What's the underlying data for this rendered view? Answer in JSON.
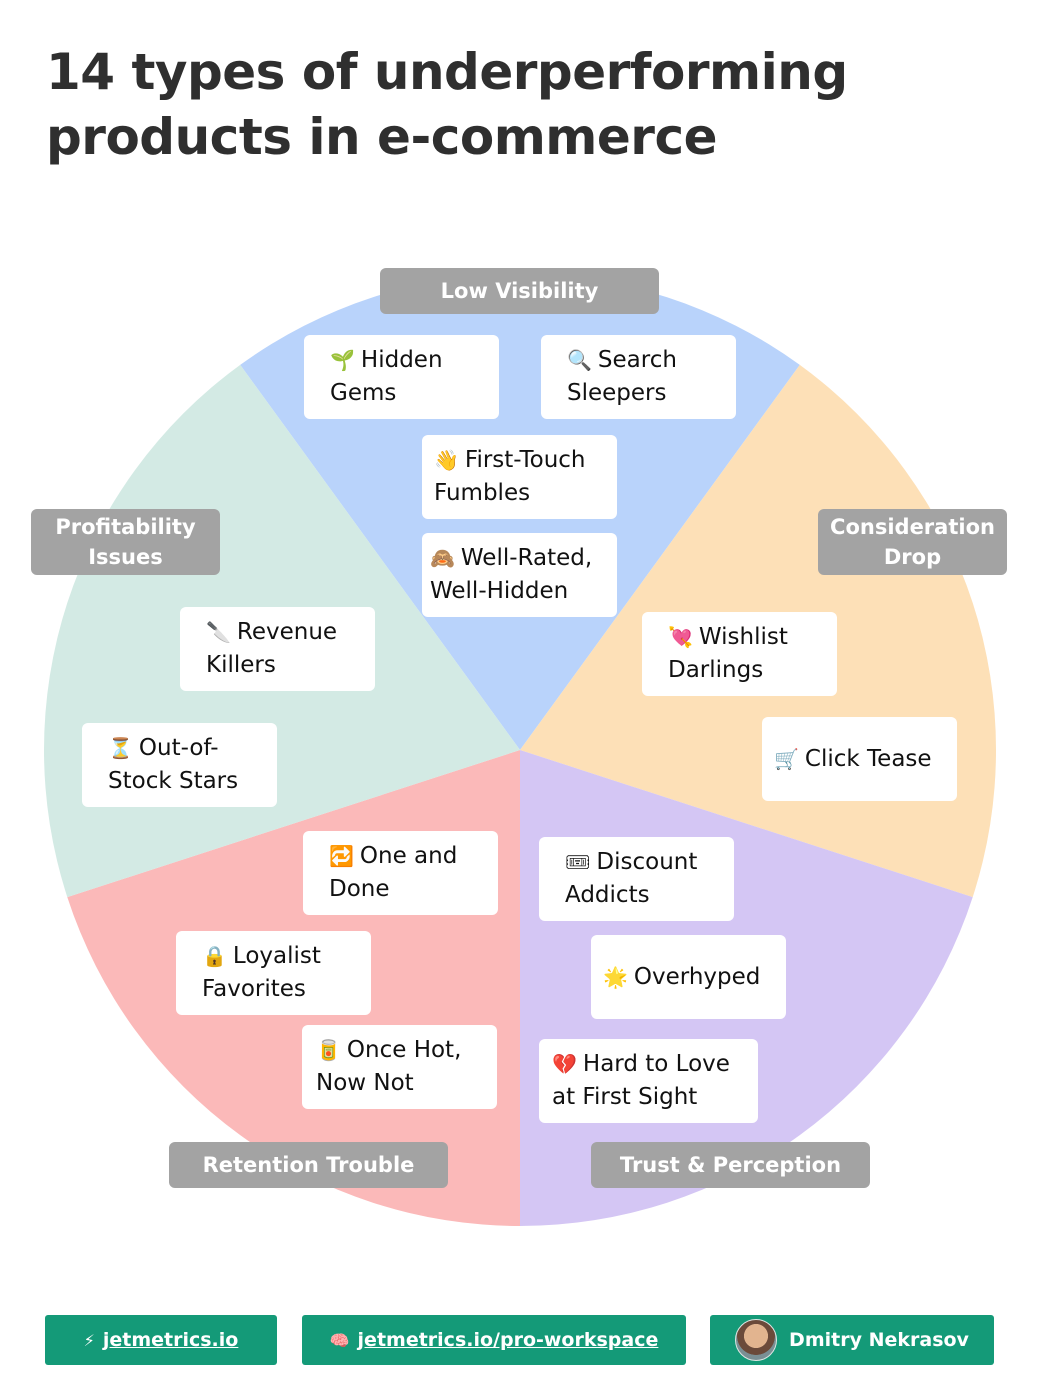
{
  "title": [
    "14 types of underperforming",
    "products in e-commerce"
  ],
  "colors": {
    "low_visibility": "#b9d3fb",
    "consideration_drop": "#fde0b7",
    "trust_perception": "#d4c6f4",
    "retention_trouble": "#fbb9b9",
    "profitability_issues": "#d3eae4",
    "category_label_bg": "#a3a3a3",
    "footer_bg": "#149a78"
  },
  "categories": {
    "low_visibility": "Low Visibility",
    "consideration_drop": [
      "Consideration",
      "Drop"
    ],
    "trust_perception": "Trust & Perception",
    "retention_trouble": "Retention Trouble",
    "profitability_issues": [
      "Profitability",
      "Issues"
    ]
  },
  "cards": {
    "hidden_gems": {
      "icon": "🌱",
      "lines": [
        "Hidden",
        "Gems"
      ]
    },
    "search_sleepers": {
      "icon": "🔍",
      "lines": [
        "Search",
        "Sleepers"
      ]
    },
    "first_touch_fumbles": {
      "icon": "👋",
      "lines": [
        "First-Touch",
        "Fumbles"
      ]
    },
    "well_rated_well_hidden": {
      "icon": "🙈",
      "lines": [
        "Well-Rated,",
        "Well-Hidden"
      ]
    },
    "wishlist_darlings": {
      "icon": "💘",
      "lines": [
        "Wishlist",
        "Darlings"
      ]
    },
    "click_tease": {
      "icon": "🛒",
      "lines": [
        "Click Tease"
      ]
    },
    "discount_addicts": {
      "icon": "🎟",
      "lines": [
        "Discount",
        "Addicts"
      ]
    },
    "overhyped": {
      "icon": "🌟",
      "lines": [
        "Overhyped"
      ]
    },
    "hard_to_love": {
      "icon": "💔",
      "lines": [
        "Hard to Love",
        "at First Sight"
      ]
    },
    "one_and_done": {
      "icon": "🔁",
      "lines": [
        "One and",
        "Done"
      ]
    },
    "loyalist_favorites": {
      "icon": "🔒",
      "lines": [
        "Loyalist",
        "Favorites"
      ]
    },
    "once_hot_now_not": {
      "icon": "🥫",
      "lines": [
        "Once Hot,",
        "Now Not"
      ]
    },
    "revenue_killers": {
      "icon": "🔪",
      "lines": [
        "Revenue",
        "Killers"
      ]
    },
    "out_of_stock_stars": {
      "icon": "⏳",
      "lines": [
        "Out-of-",
        "Stock Stars"
      ]
    }
  },
  "footer": {
    "link1": {
      "icon": "⚡",
      "text": "jetmetrics.io"
    },
    "link2": {
      "icon": "🧠",
      "text": "jetmetrics.io/pro-workspace"
    },
    "author": "Dmitry Nekrasov"
  }
}
